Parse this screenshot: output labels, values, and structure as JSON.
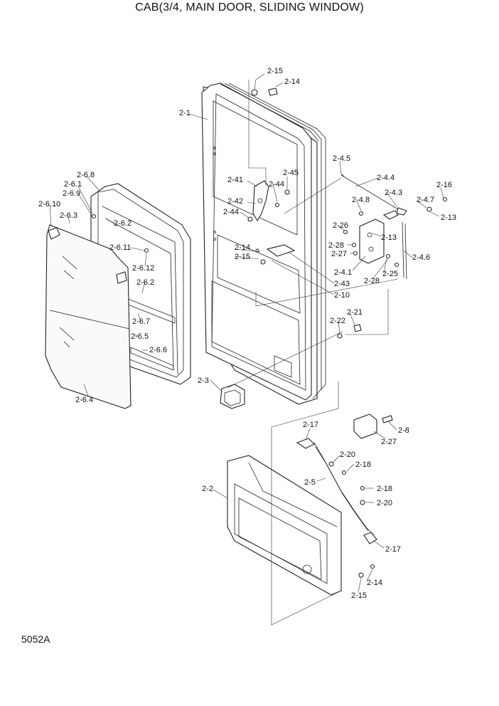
{
  "title": "CAB(3/4, MAIN DOOR, SLIDING WINDOW)",
  "drawing_code": "5052A",
  "callouts": [
    "2-15",
    "2-14",
    "2-1",
    "2-4.5",
    "2-45",
    "2-41",
    "2-44",
    "2-4.4",
    "2-16",
    "2-42",
    "2-44",
    "2-4.3",
    "2-4.7",
    "2-4.8",
    "2-13",
    "2-26",
    "2-13",
    "2-28",
    "2-4.6",
    "2-14",
    "2-15",
    "2-27",
    "2-4.1",
    "2-25",
    "2-43",
    "2-28",
    "2-10",
    "2-21",
    "2-22",
    "2-6.8",
    "2-6.1",
    "2-6.9",
    "2-6.10",
    "2-6.3",
    "2-6.2",
    "2-6.11",
    "2-6.12",
    "2-6.2",
    "2-6.7",
    "2-6.5",
    "2-6.6",
    "2-6.4",
    "2-3",
    "2-17",
    "2-8",
    "2-27",
    "2-20",
    "2-18",
    "2-5",
    "2-18",
    "2-2",
    "2-20",
    "2-17",
    "2-14",
    "2-15"
  ]
}
